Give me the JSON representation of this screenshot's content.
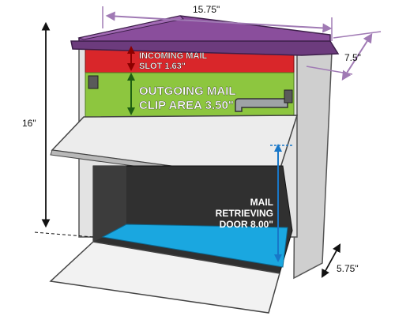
{
  "dimensions": {
    "width": "15.75\"",
    "depth": "7.5\"",
    "height": "16\"",
    "bottom_depth": "5.75\""
  },
  "labels": {
    "incoming_line1": "INCOMING MAIL",
    "incoming_line2": "SLOT 1.63\"",
    "outgoing_line1": "OUTGOING MAIL",
    "outgoing_line2": "CLIP AREA 3.50\"",
    "retrieving_line1": "MAIL",
    "retrieving_line2": "RETRIEVING",
    "retrieving_line3": "DOOR 8.00\""
  },
  "colors": {
    "roof": "#8a4e9c",
    "incoming_zone": "#d9262a",
    "outgoing_zone": "#8dc63f",
    "retrieving_floor": "#1aa7e0",
    "dimension_lines": "#a07ab4",
    "body": "#e3e3e3"
  }
}
